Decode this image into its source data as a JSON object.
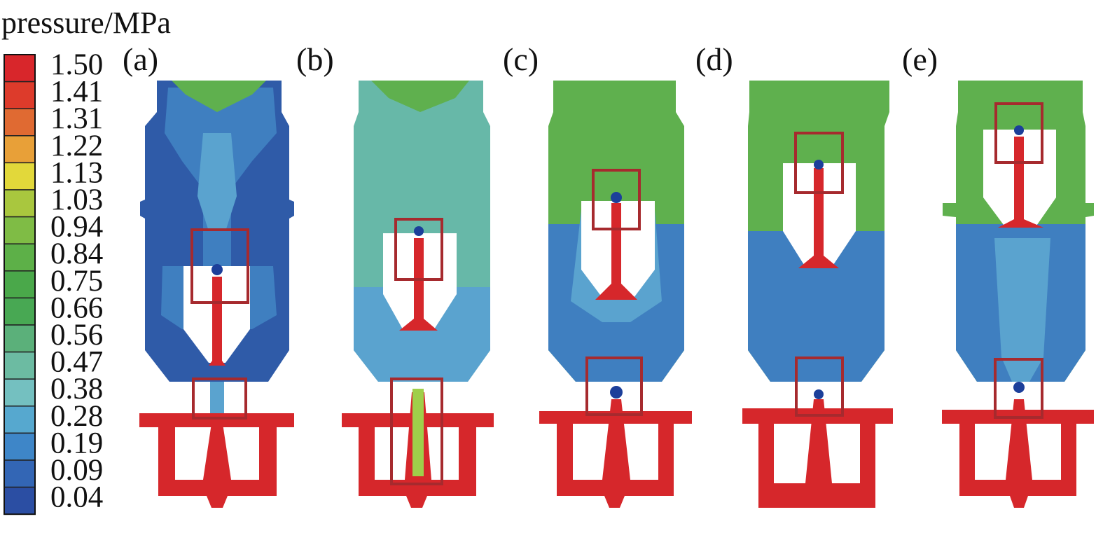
{
  "legend": {
    "title": "pressure/MPa",
    "levels": [
      "1.50",
      "1.41",
      "1.31",
      "1.22",
      "1.13",
      "1.03",
      "0.94",
      "0.84",
      "0.75",
      "0.66",
      "0.56",
      "0.47",
      "0.38",
      "0.28",
      "0.19",
      "0.09",
      "0.04"
    ],
    "colors": [
      "#d8262b",
      "#dd3b2b",
      "#e06a32",
      "#e8a038",
      "#e2d83a",
      "#a9c73e",
      "#7fbc45",
      "#5db048",
      "#4aa84a",
      "#48a853",
      "#5bb07a",
      "#6cbba2",
      "#74c0c0",
      "#56a8cf",
      "#3e86c8",
      "#3366b5",
      "#2b4ea3"
    ]
  },
  "colors": {
    "frame_red": "#d6272b",
    "highlight_box": "#a62a2e",
    "blue_dark": "#2f5ba8",
    "blue_mid": "#3f7fc0",
    "blue_light": "#5aa3cf",
    "teal": "#67b8a8",
    "green": "#5fb04e",
    "navy": "#1c3f9a"
  },
  "panels": [
    {
      "label": "(a)"
    },
    {
      "label": "(b)"
    },
    {
      "label": "(c)"
    },
    {
      "label": "(d)"
    },
    {
      "label": "(e)"
    }
  ]
}
